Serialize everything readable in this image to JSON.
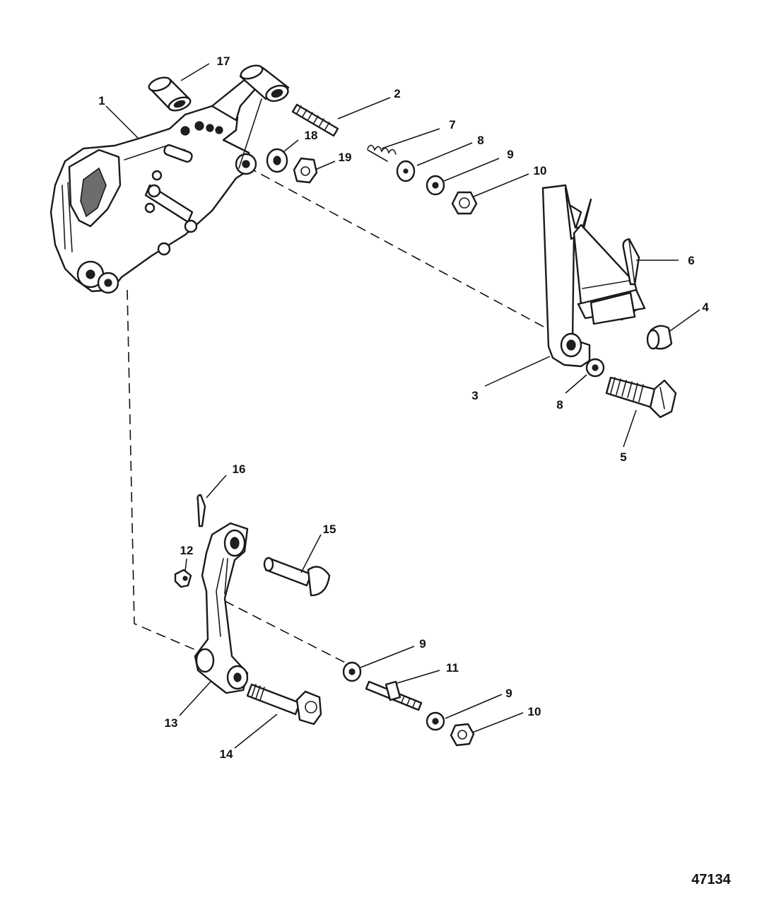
{
  "diagram": {
    "drawing_number": "47134",
    "callouts": {
      "c1": "1",
      "c2": "2",
      "c3": "3",
      "c4": "4",
      "c5": "5",
      "c6": "6",
      "c7": "7",
      "c8a": "8",
      "c8b": "8",
      "c9a": "9",
      "c9b": "9",
      "c9c": "9",
      "c10a": "10",
      "c10b": "10",
      "c11": "11",
      "c12": "12",
      "c13": "13",
      "c14": "14",
      "c15": "15",
      "c16": "16",
      "c17": "17",
      "c18": "18",
      "c19": "19"
    }
  }
}
